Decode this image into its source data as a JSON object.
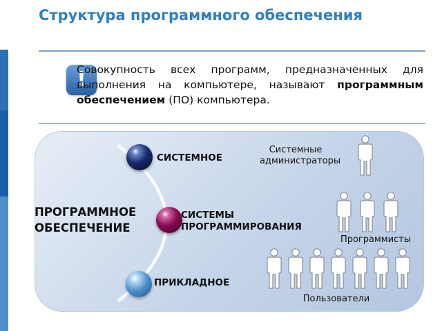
{
  "slide": {
    "title": "Структура  программного обеспечения",
    "definition": {
      "icon": "exclamation-icon",
      "icon_text": "!",
      "text_before": "Совокупность всех программ, предназначенных для выполнения на компьютере, называют ",
      "term": "программным обеспечением",
      "text_after": " (ПО) компьютера."
    }
  },
  "diagram": {
    "root_label": "ПРОГРАММНОЕ ОБЕСПЕЧЕНИЕ",
    "branches": [
      {
        "label": "СИСТЕМНОЕ",
        "color": "#0b1a55"
      },
      {
        "label": "СИСТЕМЫ ПРОГРАММИРОВАНИЯ",
        "color": "#8a0a55"
      },
      {
        "label": "ПРИКЛАДНОЕ",
        "color": "#4c90c9"
      }
    ],
    "user_groups": [
      {
        "label": "Системные администраторы",
        "icon": "person-icon"
      },
      {
        "label": "Программисты",
        "icon": "person-icon"
      },
      {
        "label": "Пользователи",
        "icon": "person-icon"
      }
    ]
  },
  "colors": {
    "title": "#2f7fc1",
    "accent_bar": "#1a60a8",
    "panel": "#c3d3e8",
    "person_fill": "#ffffff",
    "person_stroke": "#8a8f96"
  }
}
